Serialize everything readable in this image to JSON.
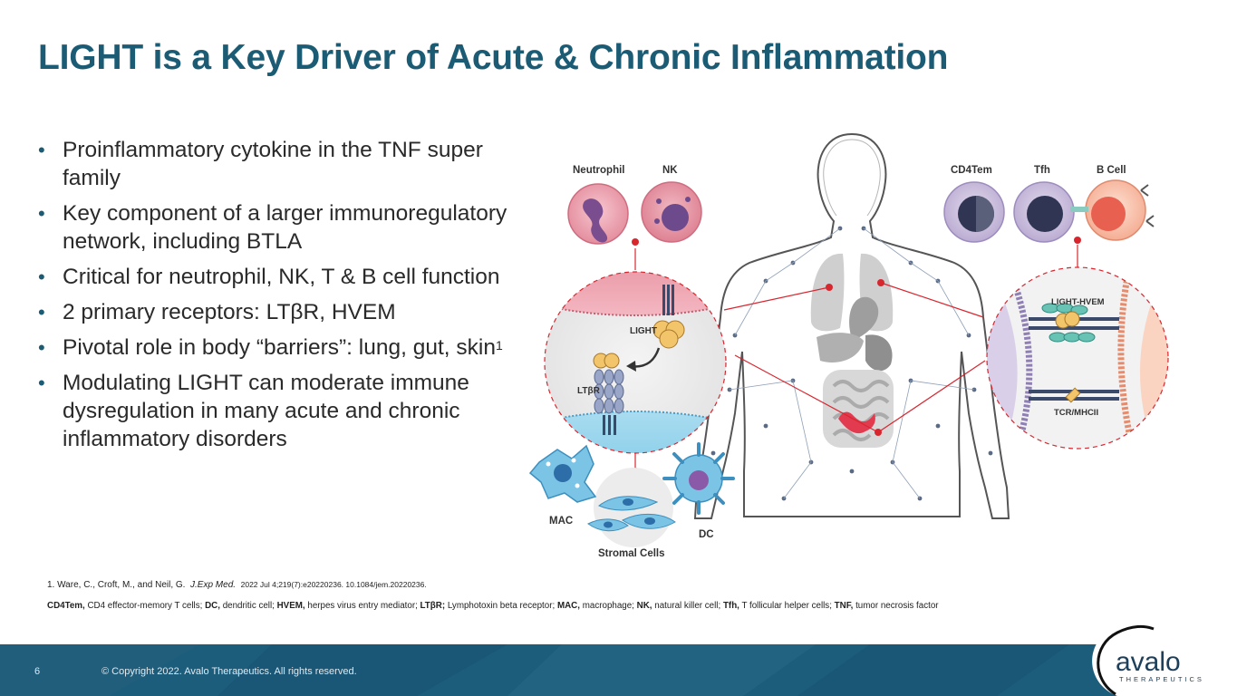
{
  "title": "LIGHT is a Key Driver of Acute & Chronic Inflammation",
  "bullets": [
    "Proinflammatory cytokine in the TNF super family",
    "Key component of a larger immunoregulatory network, including BTLA",
    "Critical for neutrophil, NK, T & B cell function",
    "2 primary receptors: LTβR, HVEM",
    "Pivotal role in body “barriers”: lung, gut, skin",
    "Modulating LIGHT can moderate immune dysregulation in many acute and chronic inflammatory disorders"
  ],
  "bullet5_sup": "1",
  "diagram": {
    "cells_top_left": [
      "Neutrophil",
      "NK"
    ],
    "cells_top_right": [
      "CD4Tem",
      "Tfh",
      "B Cell"
    ],
    "left_circle": {
      "ligand": "LIGHT",
      "receptor": "LTβR"
    },
    "right_circle": {
      "top_label": "LIGHT-HVEM",
      "bottom_label": "TCR/MHCII"
    },
    "cells_bottom": [
      "MAC",
      "Stromal Cells",
      "DC"
    ]
  },
  "reference": {
    "prefix": "1. Ware, C., Croft, M., and Neil, G.",
    "journal": "J.Exp Med.",
    "details": "2022 Jul 4;219(7):e20220236. 10.1084/jem.20220236."
  },
  "abbreviations": [
    {
      "term": "CD4Tem,",
      "def": "CD4 effector-memory T cells;"
    },
    {
      "term": "DC,",
      "def": "dendritic cell;"
    },
    {
      "term": "HVEM,",
      "def": "herpes virus entry mediator;"
    },
    {
      "term": "LTβR;",
      "def": "Lymphotoxin beta receptor;"
    },
    {
      "term": "MAC,",
      "def": "macrophage;"
    },
    {
      "term": "NK,",
      "def": "natural killer cell;"
    },
    {
      "term": "Tfh,",
      "def": "T follicular helper cells;"
    },
    {
      "term": "TNF,",
      "def": "tumor necrosis factor"
    }
  ],
  "footer": {
    "page_number": "6",
    "copyright": "© Copyright 2022. Avalo Therapeutics. All rights reserved."
  },
  "logo": {
    "word": "avalo",
    "sub": "THERAPEUTICS"
  },
  "colors": {
    "title": "#1b5c74",
    "footer": "#1d5d7c",
    "accent_red": "#d8262f"
  }
}
